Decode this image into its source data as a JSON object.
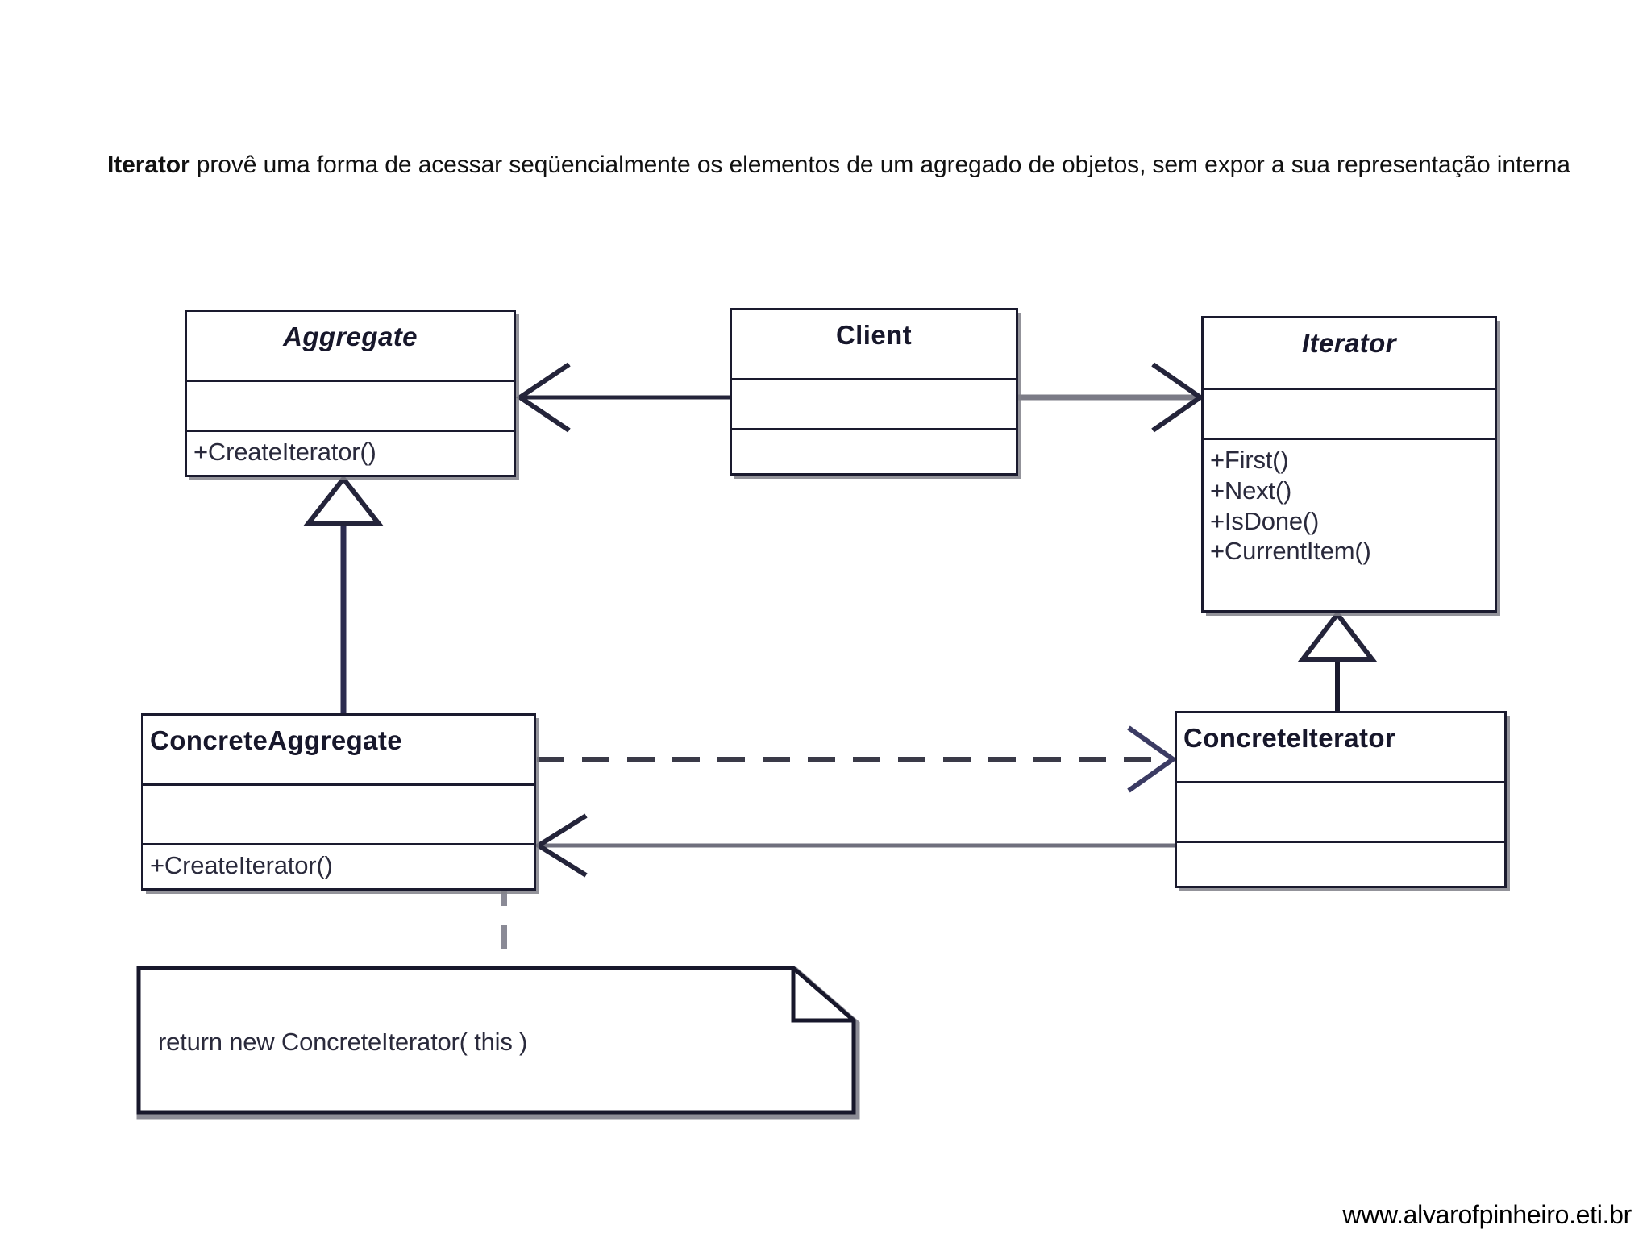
{
  "page": {
    "intro": {
      "lead": "Iterator",
      "body": " provê uma forma de acessar seqüencialmente os elementos de um agregado de objetos, sem expor a sua representação interna"
    },
    "footer_url": "www.alvarofpinheiro.eti.br"
  },
  "diagram": {
    "type": "uml-class-diagram",
    "title": "Iterator design pattern structure",
    "colors": {
      "border": "#1a1a2e",
      "shadow": "#808088",
      "background": "#ffffff",
      "text": "#2a2a3c",
      "connector": "#24243a"
    },
    "classes": [
      {
        "id": "aggregate",
        "name": "Aggregate",
        "abstract": true,
        "title_align": "center",
        "attributes": [],
        "operations": [
          "+CreateIterator()"
        ]
      },
      {
        "id": "client",
        "name": "Client",
        "abstract": false,
        "title_align": "center",
        "attributes": [],
        "operations": []
      },
      {
        "id": "iterator",
        "name": "Iterator",
        "abstract": true,
        "title_align": "center",
        "attributes": [],
        "operations": [
          "+First()",
          "+Next()",
          "+IsDone()",
          "+CurrentItem()"
        ]
      },
      {
        "id": "concrete-aggregate",
        "name": "ConcreteAggregate",
        "abstract": false,
        "title_align": "left",
        "attributes": [],
        "operations": [
          "+CreateIterator()"
        ]
      },
      {
        "id": "concrete-iterator",
        "name": "ConcreteIterator",
        "abstract": false,
        "title_align": "left",
        "attributes": [],
        "operations": []
      }
    ],
    "note": {
      "id": "note-create-iterator",
      "text": "return new ConcreteIterator( this )",
      "attached_to": "concrete-aggregate"
    },
    "connectors": [
      {
        "id": "client-to-aggregate",
        "from": "client",
        "to": "aggregate",
        "kind": "association",
        "style": "solid",
        "arrow": "open"
      },
      {
        "id": "client-to-iterator",
        "from": "client",
        "to": "iterator",
        "kind": "association",
        "style": "solid",
        "arrow": "open"
      },
      {
        "id": "concrete-aggregate-generalization",
        "from": "concrete-aggregate",
        "to": "aggregate",
        "kind": "generalization",
        "style": "solid",
        "arrow": "hollow-triangle"
      },
      {
        "id": "concrete-iterator-generalization",
        "from": "concrete-iterator",
        "to": "iterator",
        "kind": "generalization",
        "style": "solid",
        "arrow": "hollow-triangle"
      },
      {
        "id": "concrete-aggregate-to-concrete-iterator",
        "from": "concrete-aggregate",
        "to": "concrete-iterator",
        "kind": "dependency",
        "style": "dashed",
        "arrow": "open"
      },
      {
        "id": "concrete-iterator-to-concrete-aggregate",
        "from": "concrete-iterator",
        "to": "concrete-aggregate",
        "kind": "association",
        "style": "solid",
        "arrow": "open"
      },
      {
        "id": "note-anchor",
        "from": "note-create-iterator",
        "to": "concrete-aggregate",
        "kind": "note-link",
        "style": "dashed",
        "arrow": "none"
      }
    ]
  }
}
